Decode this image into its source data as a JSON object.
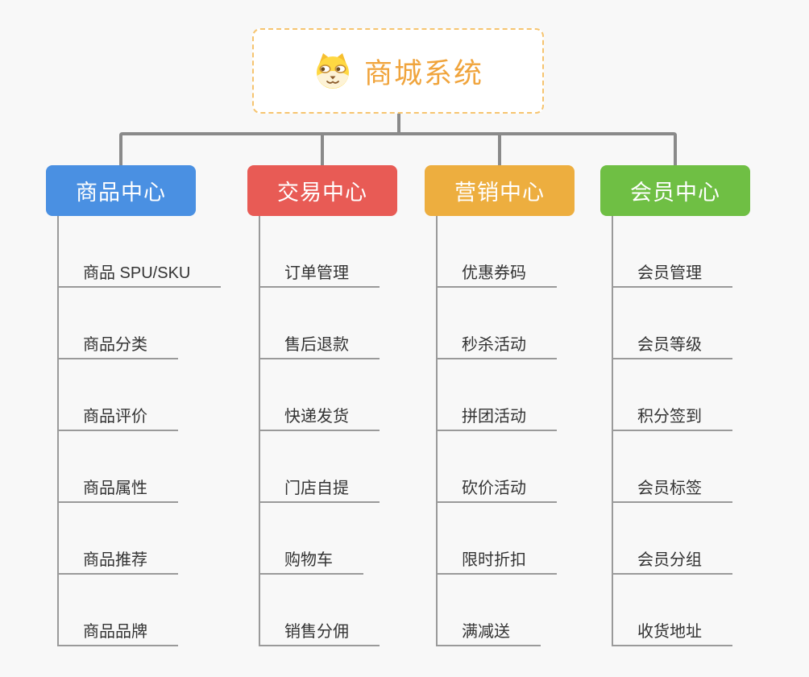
{
  "root": {
    "title": "商城系统",
    "icon": "shiba-dog-icon"
  },
  "branches": [
    {
      "label": "商品中心",
      "color": "#4a90e2",
      "items": [
        "商品 SPU/SKU",
        "商品分类",
        "商品评价",
        "商品属性",
        "商品推荐",
        "商品品牌"
      ]
    },
    {
      "label": "交易中心",
      "color": "#e85b55",
      "items": [
        "订单管理",
        "售后退款",
        "快递发货",
        "门店自提",
        "购物车",
        "销售分佣"
      ]
    },
    {
      "label": "营销中心",
      "color": "#edae3f",
      "items": [
        "优惠券码",
        "秒杀活动",
        "拼团活动",
        "砍价活动",
        "限时折扣",
        "满减送"
      ]
    },
    {
      "label": "会员中心",
      "color": "#6fbf44",
      "items": [
        "会员管理",
        "会员等级",
        "积分签到",
        "会员标签",
        "会员分组",
        "收货地址"
      ]
    }
  ],
  "colors": {
    "background": "#f8f8f8",
    "connector_line": "#8a8a8a",
    "leaf_line": "#9a9a9a",
    "leaf_text": "#333333",
    "root_text": "#f0a43c",
    "root_border": "#f6c46f"
  }
}
